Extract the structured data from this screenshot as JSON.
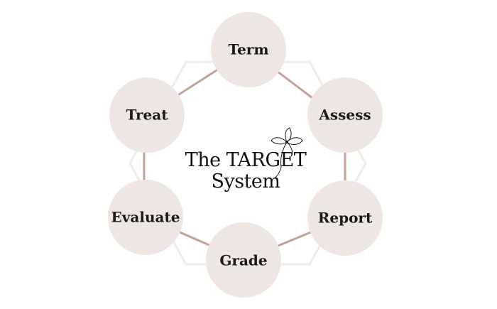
{
  "title": {
    "line1": "The TARGET",
    "line2": "System"
  },
  "nodes": [
    {
      "id": "term",
      "label": "Term"
    },
    {
      "id": "assess",
      "label": "Assess"
    },
    {
      "id": "report",
      "label": "Report"
    },
    {
      "id": "grade",
      "label": "Grade"
    },
    {
      "id": "evaluate",
      "label": "Evaluate"
    },
    {
      "id": "treat",
      "label": "Treat"
    }
  ],
  "colors": {
    "node_fill": "#eee6e2",
    "connector": "#c4a295",
    "outline": "#f2ebe7",
    "text": "#1c1a19"
  },
  "icons": {
    "flower": "flower-icon"
  }
}
